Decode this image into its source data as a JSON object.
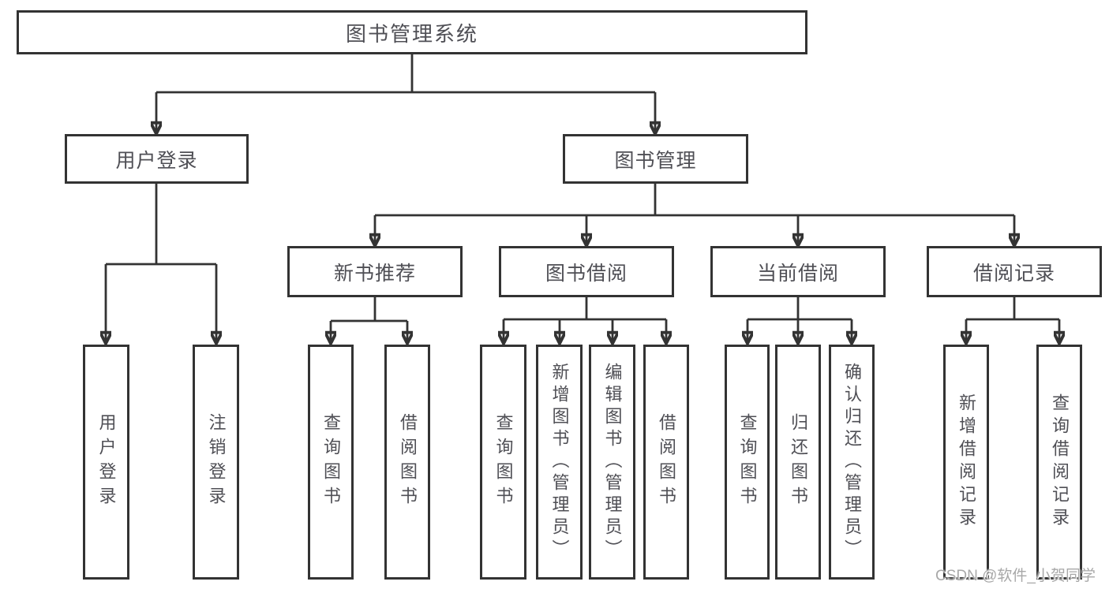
{
  "diagram": {
    "root": {
      "label": "图书管理系统"
    },
    "branches": [
      {
        "label": "用户登录",
        "children": [
          {
            "label": "用户登录"
          },
          {
            "label": "注销登录"
          }
        ]
      },
      {
        "label": "图书管理",
        "children": [
          {
            "label": "新书推荐",
            "children": [
              {
                "label": "查询图书"
              },
              {
                "label": "借阅图书"
              }
            ]
          },
          {
            "label": "图书借阅",
            "children": [
              {
                "label": "查询图书"
              },
              {
                "label": "新增图书（管理员）"
              },
              {
                "label": "编辑图书（管理员）"
              },
              {
                "label": "借阅图书"
              }
            ]
          },
          {
            "label": "当前借阅",
            "children": [
              {
                "label": "查询图书"
              },
              {
                "label": "归还图书"
              },
              {
                "label": "确认归还（管理员）"
              }
            ]
          },
          {
            "label": "借阅记录",
            "children": [
              {
                "label": "新增借阅记录"
              },
              {
                "label": "查询借阅记录"
              }
            ]
          }
        ]
      }
    ]
  },
  "watermark": {
    "text": "CSDN @软件_小贺同学"
  },
  "colors": {
    "line": "#333333",
    "text": "#4f4f55",
    "watermark": "#a8a8a8",
    "background": "#ffffff"
  }
}
